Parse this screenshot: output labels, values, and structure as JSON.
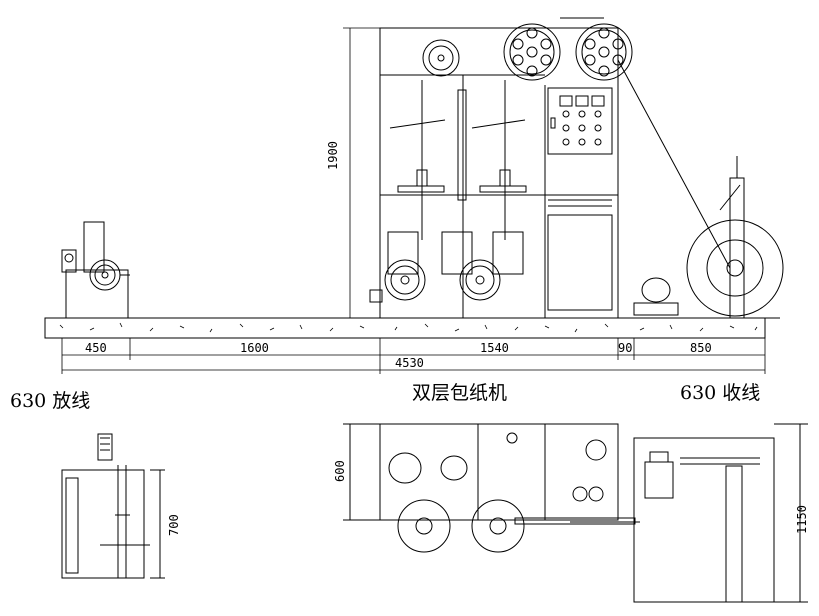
{
  "titles": {
    "left": "630 放线",
    "center": "双层包纸机",
    "right": "630 收线"
  },
  "dimensions": {
    "height_main": "1900",
    "d_450": "450",
    "d_1600": "1600",
    "d_1540": "1540",
    "d_90": "90",
    "d_850": "850",
    "d_total": "4530",
    "height_left_side": "700",
    "height_mid_side": "600",
    "height_right_side": "1150"
  },
  "colors": {
    "line": "#000000",
    "background": "#ffffff"
  }
}
